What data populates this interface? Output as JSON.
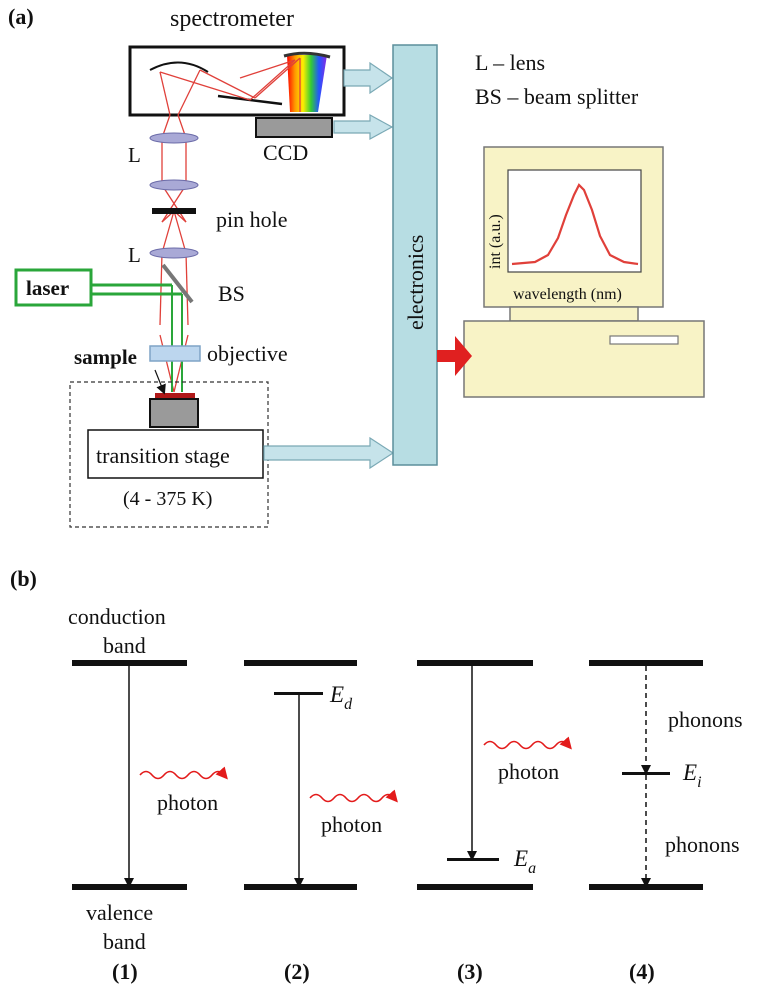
{
  "panel_a": {
    "label": "(a)",
    "spectrometer": "spectrometer",
    "ccd": "CCD",
    "lens_top": "L",
    "lens_mid": "L",
    "pinhole": "pin hole",
    "bs": "BS",
    "laser": "laser",
    "sample": "sample",
    "objective": "objective",
    "stage": "transition stage",
    "temp_range": "(4 - 375 K)",
    "electronics": "electronics",
    "legend_lens": "L – lens",
    "legend_bs": "BS – beam splitter",
    "monitor_ylabel": "int (a.u.)",
    "monitor_xlabel": "wavelength (nm)"
  },
  "panel_b": {
    "label": "(b)",
    "conduction_1": "conduction",
    "conduction_2": "band",
    "valence_1": "valence",
    "valence_2": "band",
    "photon": "photon",
    "phonons": "phonons",
    "E": "E",
    "sub_d": "d",
    "sub_a": "a",
    "sub_i": "i",
    "cases": [
      "(1)",
      "(2)",
      "(3)",
      "(4)"
    ]
  },
  "colors": {
    "laser_green": "#2aa63a",
    "beam_red": "#e0403a",
    "electronics_fill": "#b7dde3",
    "arrow_fill": "#c6e3ea",
    "monitor_fill": "#f8f3c6",
    "photon_red": "#e31b1b"
  }
}
